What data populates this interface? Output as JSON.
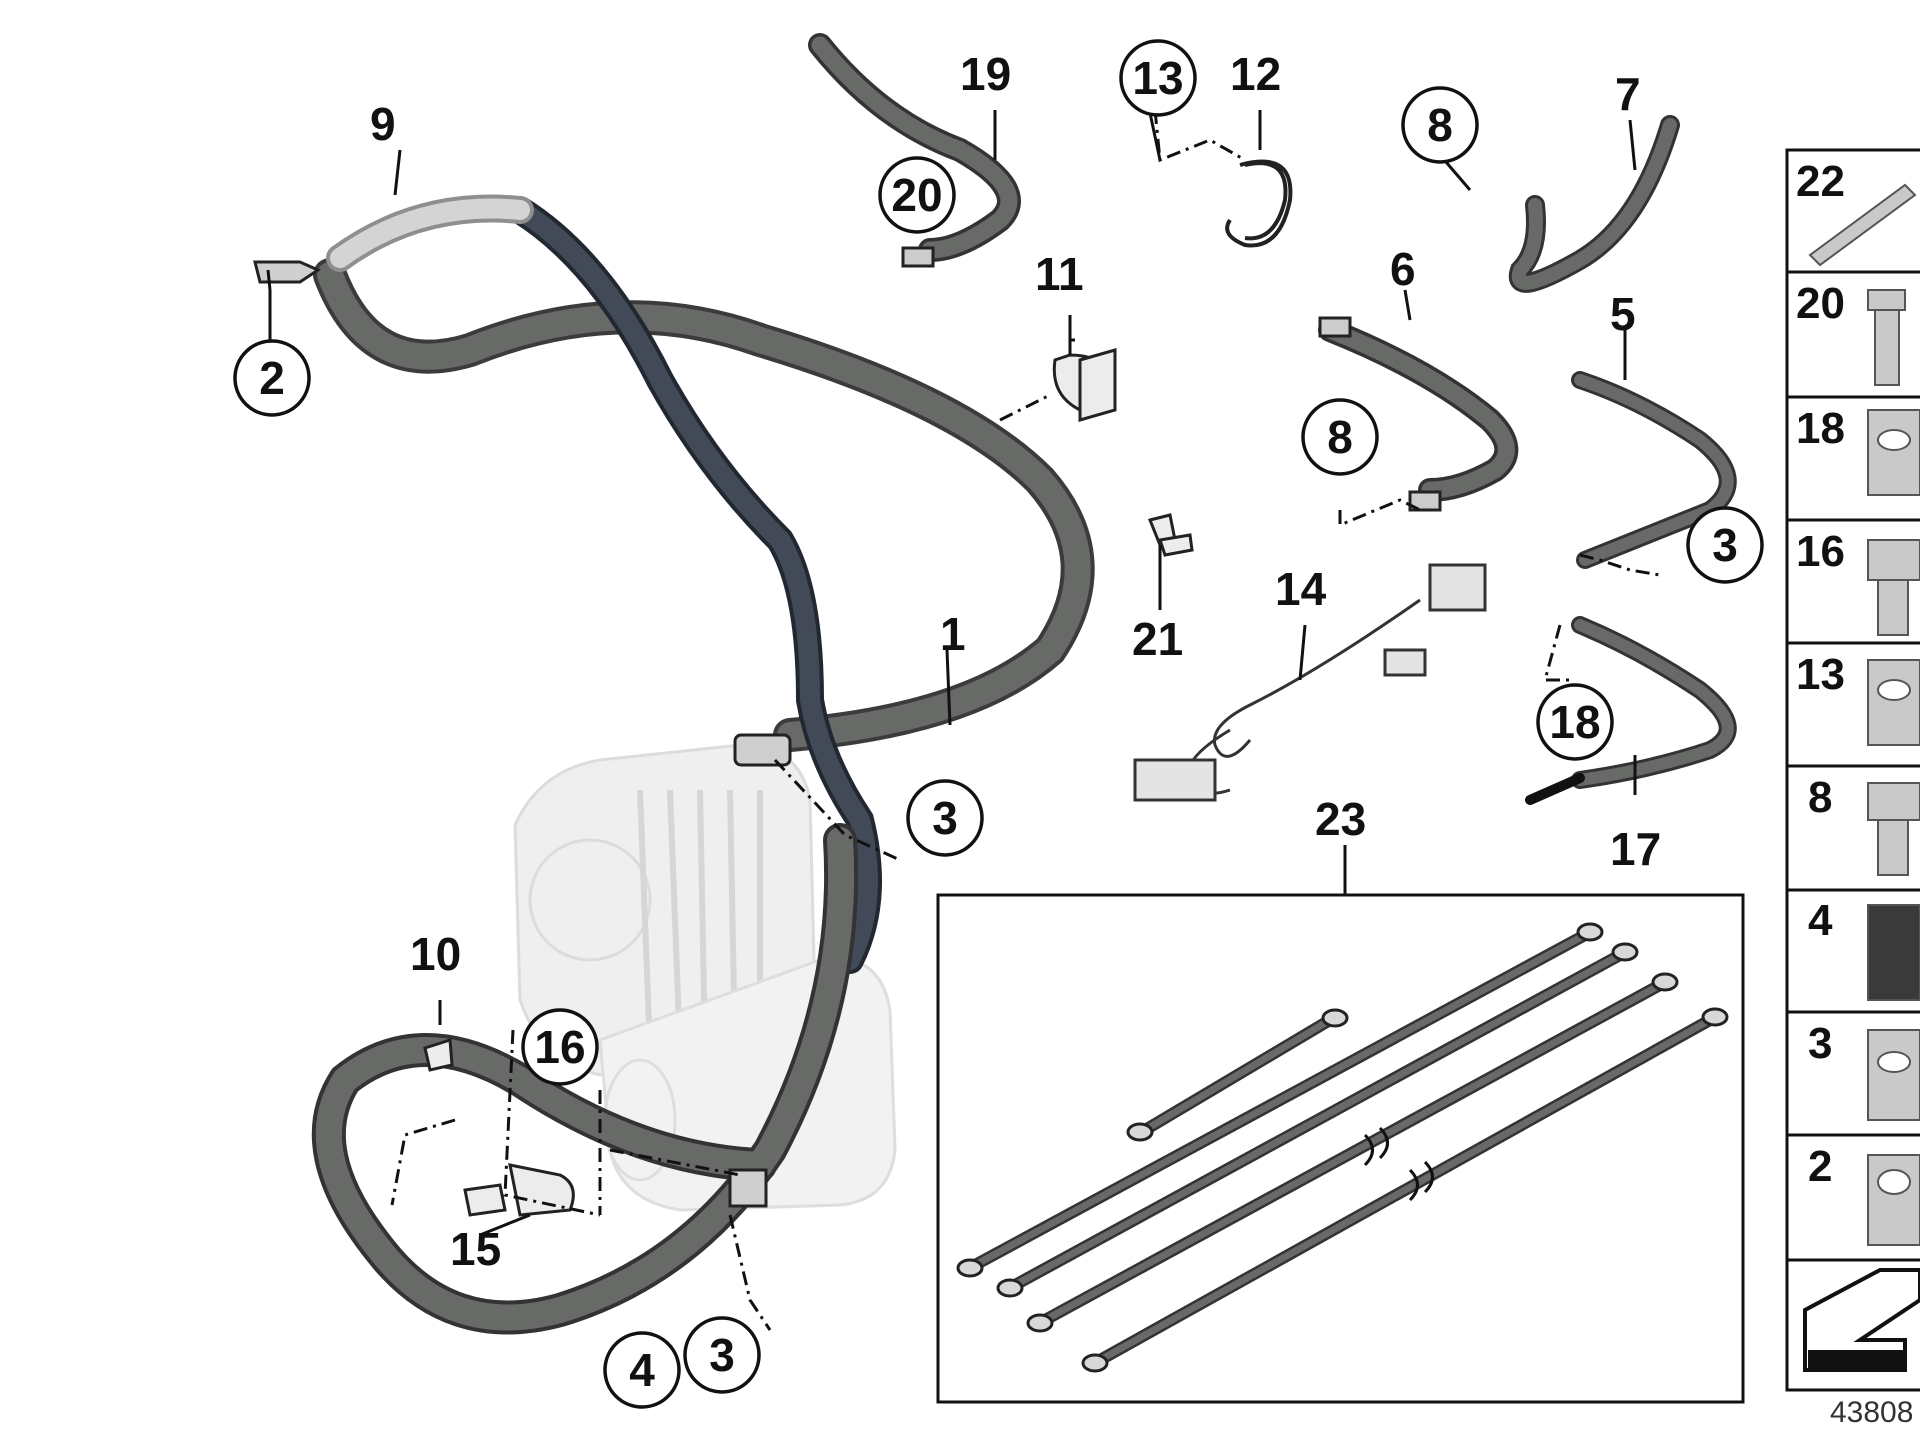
{
  "callouts": {
    "c1": "1",
    "c2": "2",
    "c3a": "3",
    "c3b": "3",
    "c3c": "3",
    "c4": "4",
    "c5": "5",
    "c6": "6",
    "c7": "7",
    "c8a": "8",
    "c8b": "8",
    "c9": "9",
    "c10": "10",
    "c11": "11",
    "c12": "12",
    "c13": "13",
    "c14": "14",
    "c15": "15",
    "c16": "16",
    "c17": "17",
    "c18": "18",
    "c19": "19",
    "c20": "20",
    "c21": "21",
    "c23": "23"
  },
  "side_panel": {
    "items": [
      "22",
      "20",
      "18",
      "16",
      "13",
      "8",
      "4",
      "3",
      "2"
    ]
  },
  "diagram_code": "43808",
  "colors": {
    "cable": "#5c5f5c",
    "cable_dark": "#3f4550",
    "cable_light": "#c8c8c8",
    "line": "#111111",
    "part_fill": "#eeeeee"
  }
}
